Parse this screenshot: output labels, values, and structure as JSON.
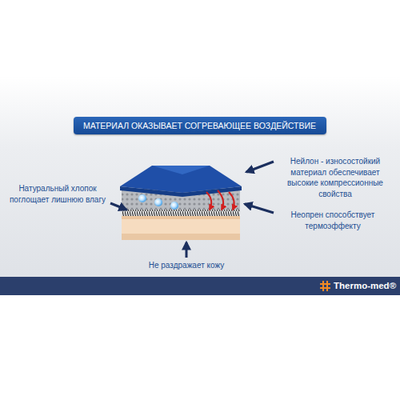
{
  "diagram": {
    "title": "МАТЕРИАЛ ОКАЗЫВАЕТ СОГРЕВАЮЩЕЕ ВОЗДЕЙСТВИЕ",
    "labels": [
      "Нейлон - износостойкий материал обеспечивает высокие компрессионные свойства",
      "Натуральный хлопок поглощает лишнюю влагу",
      "Неопрен способствует термоэффекту",
      "Не раздражает кожу",
      "Thermo-med®"
    ]
  }
}
